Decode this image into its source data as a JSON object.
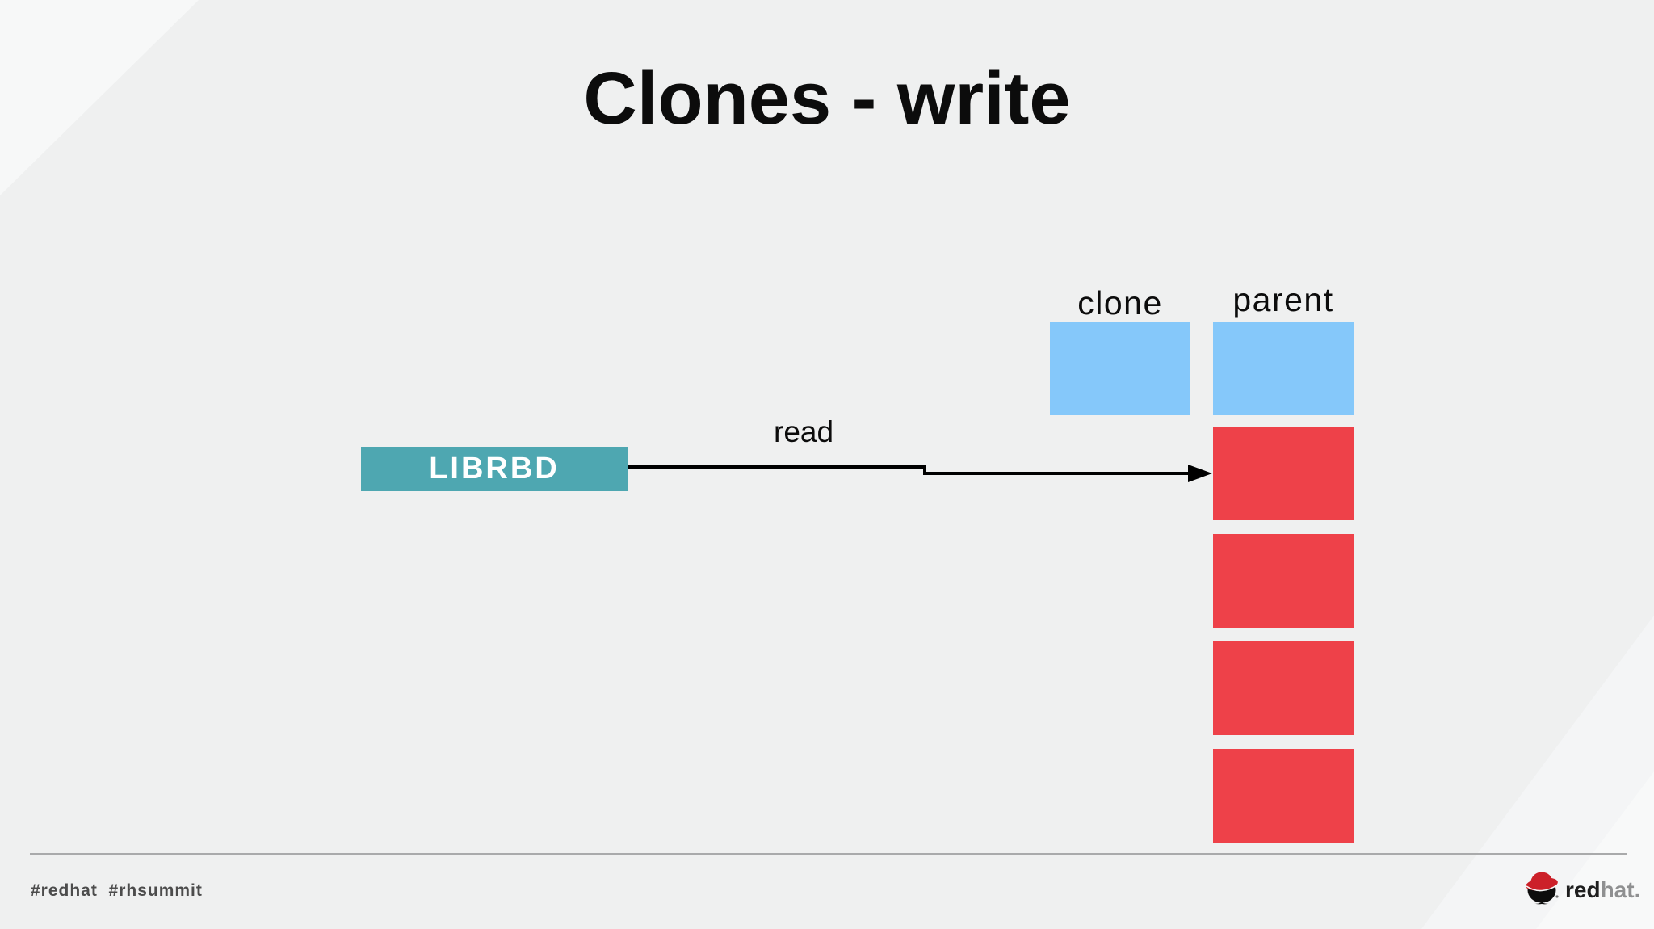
{
  "slide": {
    "title": "Clones - write",
    "footer": {
      "hashtags": "#redhat  #rhsummit"
    },
    "logo": {
      "red": "red",
      "hat": "hat",
      "period": "."
    }
  },
  "diagram": {
    "librbd_label": "LIBRBD",
    "read_label": "read",
    "clone_label": "clone",
    "parent_label": "parent",
    "clone_blue_block_count": 1,
    "parent_blue_block_count": 1,
    "parent_red_block_count": 4
  },
  "colors": {
    "bg": "#eff0f0",
    "bg-light": "#f7f8f8",
    "ink": "#0c0c0c",
    "teal": "#4ea7b1",
    "blue": "#85c8fa",
    "red": "#ee4149",
    "arrow": "#000000",
    "logo-red": "#cc2029"
  }
}
